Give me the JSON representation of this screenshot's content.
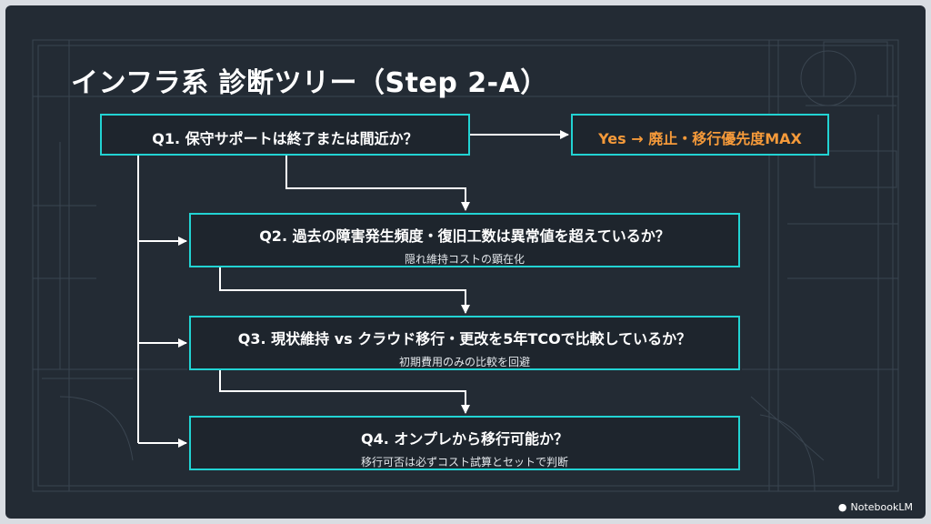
{
  "title": "インフラ系 診断ツリー（Step 2-A）",
  "nodes": {
    "q1": {
      "question": "Q1. 保守サポートは終了または間近か？"
    },
    "yes": {
      "text": "Yes → 廃止・移行優先度MAX"
    },
    "q2": {
      "question": "Q2. 過去の障害発生頻度・復旧工数は異常値を超えているか？",
      "note": "隠れ維持コストの顕在化"
    },
    "q3": {
      "question": "Q3. 現状維持 vs クラウド移行・更改を5年TCOで比較しているか？",
      "note": "初期費用のみの比較を回避"
    },
    "q4": {
      "question": "Q4. オンプレから移行可能か？",
      "note": "移行可否は必ずコスト試算とセットで判断"
    }
  },
  "branding": {
    "logo_text": "NotebookLM",
    "logo_icon": "notebooklm-icon"
  },
  "colors": {
    "background": "#232b34",
    "box_border": "#22d3d3",
    "accent_orange": "#f59a3a",
    "text": "#ffffff"
  }
}
